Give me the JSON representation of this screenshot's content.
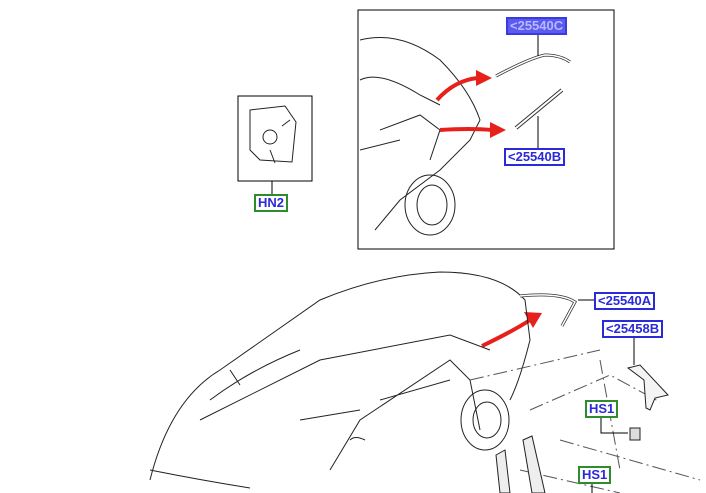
{
  "labels": {
    "hn2": "HN2",
    "c25540c": "<25540C",
    "c25540b": "<25540B",
    "c25540a": "<25540A",
    "c25458b": "<25458B",
    "hs1_a": "HS1",
    "hs1_b": "HS1"
  },
  "colors": {
    "part_link": "#2a2ad8",
    "fastener_link": "#2e8b2e",
    "selected": "#5b5bf0",
    "arrow": "#e8201c"
  }
}
